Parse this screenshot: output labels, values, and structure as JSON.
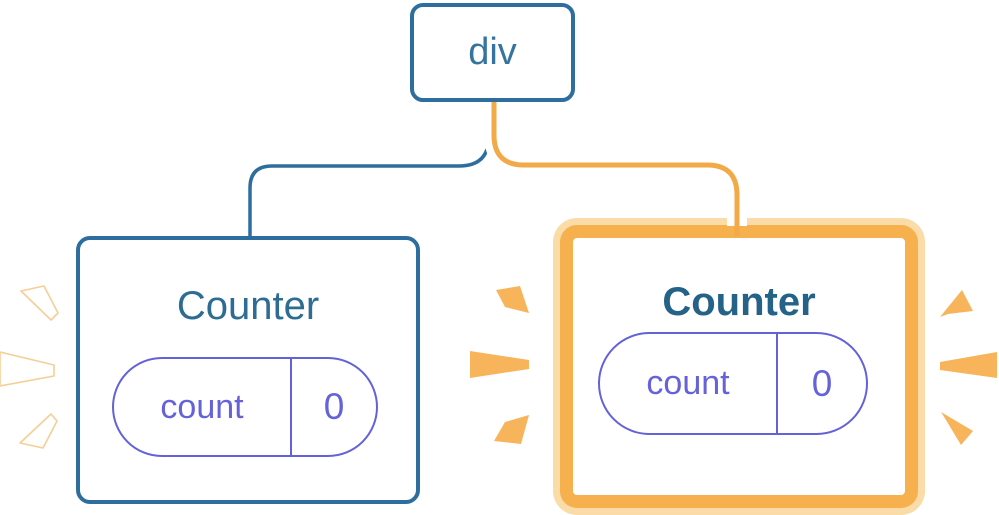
{
  "diagram": {
    "root": {
      "label": "div"
    },
    "cards": {
      "left": {
        "title": "Counter",
        "state": {
          "key": "count",
          "value": "0"
        },
        "highlighted": false
      },
      "right": {
        "title": "Counter",
        "state": {
          "key": "count",
          "value": "0"
        },
        "highlighted": true
      }
    },
    "icons": {
      "left_burst": "burst-white-icon",
      "middle_burst": "burst-orange-icon",
      "right_burst": "burst-orange-icon"
    },
    "colors": {
      "node_border_blue": "#2E6E9E",
      "node_text_blue": "#35749F",
      "title_teal": "#2D6C93",
      "pill_purple": "#6462D9",
      "pill_text_purple": "#6562DA",
      "connector_orange": "#F2A947",
      "highlight_ring_orange": "#F6B04D",
      "highlight_ring_peach": "#FBDCA8",
      "burst_orange": "#F7B45A",
      "burst_white_stroke": "#F6CE96",
      "background": "#FFFFFF"
    }
  }
}
